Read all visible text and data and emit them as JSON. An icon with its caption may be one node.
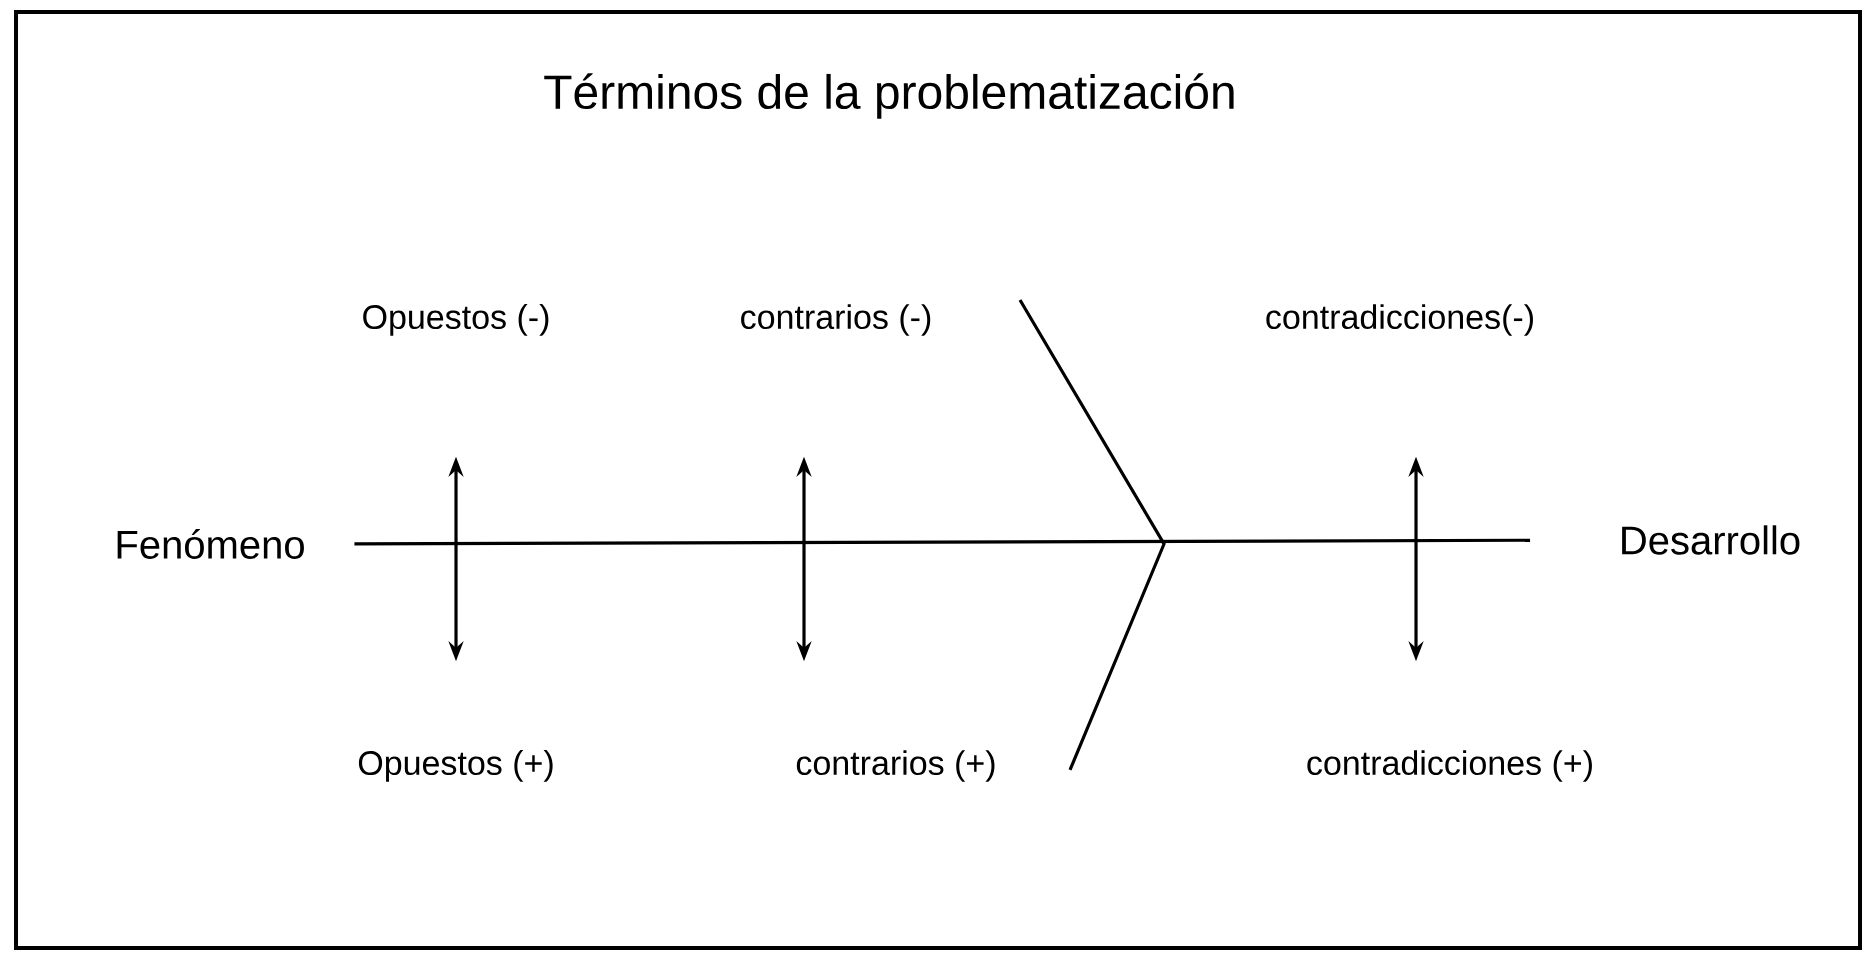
{
  "diagram": {
    "title": "Términos de la problematización",
    "nodes": [
      {
        "text": [
          "Fenómeno"
        ]
      },
      {
        "text": [
          "Desarrollo"
        ]
      },
      {
        "text": [
          "Opuestos (-)"
        ]
      },
      {
        "text": [
          "Opuestos (+)"
        ]
      },
      {
        "text": [
          "contrarios (-)"
        ]
      },
      {
        "text": [
          "contrarios (+)"
        ]
      },
      {
        "text": [
          "contradicciones(-)"
        ]
      },
      {
        "text": [
          "contradicciones (+)"
        ]
      }
    ],
    "edges": [
      {
        "from": 0,
        "to": 1,
        "arrow": "none"
      },
      {
        "from": 2,
        "to": 3,
        "arrow": "both"
      },
      {
        "from": 4,
        "to": 5,
        "arrow": "both"
      },
      {
        "from": 6,
        "to": 7,
        "arrow": "both"
      }
    ]
  }
}
